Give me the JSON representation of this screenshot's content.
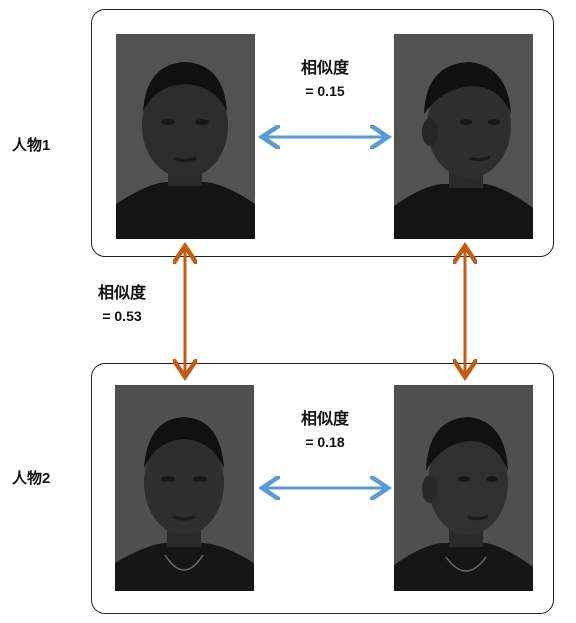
{
  "persons": [
    {
      "label": "人物1"
    },
    {
      "label": "人物2"
    }
  ],
  "similarities": {
    "person1_pair": {
      "title": "相似度",
      "value": "= 0.15"
    },
    "person2_pair": {
      "title": "相似度",
      "value": "= 0.18"
    },
    "cross_front": {
      "title": "相似度",
      "value": "= 0.53"
    }
  },
  "colors": {
    "within_person_arrow": "#5b9bd5",
    "cross_person_arrow": "#c55a11",
    "panel_border": "#222222",
    "photo_background": "#4c4c4c"
  },
  "icons": {
    "photo_p1_front": "face-photo-front",
    "photo_p1_side": "face-photo-side",
    "photo_p2_front": "face-photo-front",
    "photo_p2_side": "face-photo-side"
  }
}
